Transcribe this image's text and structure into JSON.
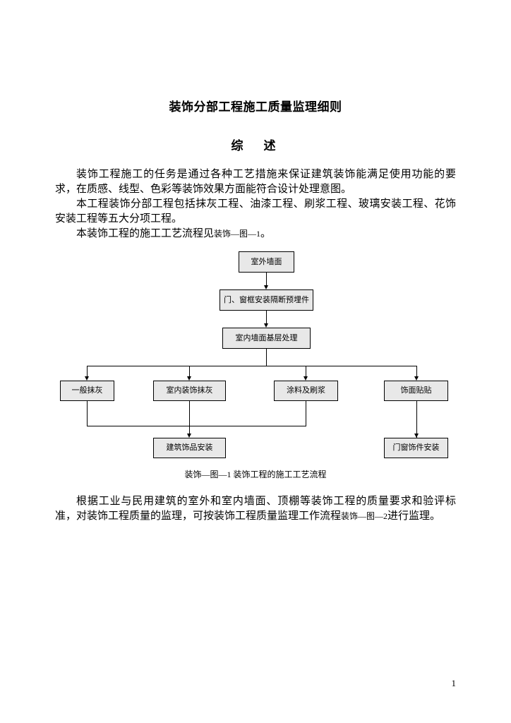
{
  "document": {
    "title": "装饰分部工程施工质量监理细则",
    "section_title": "综　述",
    "paragraphs": [
      "装饰工程施工的任务是通过各种工艺措施来保证建筑装饰能满足使用功能的要求，在质感、线型、色彩等装饰效果方面能符合设计处理意图。",
      "本工程装饰分部工程包括抹灰工程、油漆工程、刷浆工程、玻璃安装工程、花饰安装工程等五大分项工程。"
    ],
    "paragraph3_prefix": "本装饰工程的施工工艺流程见",
    "paragraph3_ref": "装饰—图—1",
    "paragraph3_suffix": "。",
    "figure_caption": "装饰—图—1  装饰工程的施工工艺流程",
    "closing_part1": "根据工业与民用建筑的室外和室内墙面、顶棚等装饰工程的质量要求和验评标准，对装饰工程质量的监理，可按装饰工程质量监理工作流程",
    "closing_ref": "装饰—图—2",
    "closing_part2": "进行监理。",
    "page_number": "1"
  },
  "flowchart": {
    "type": "flowchart",
    "nodes": [
      {
        "id": "n1",
        "label": "室外墙面"
      },
      {
        "id": "n2",
        "label": "门、窗框安装隔断预埋件"
      },
      {
        "id": "n3",
        "label": "室内墙面基层处理"
      },
      {
        "id": "n4",
        "label": "一般抹灰"
      },
      {
        "id": "n5",
        "label": "室内装饰抹灰"
      },
      {
        "id": "n6",
        "label": "涂料及刷浆"
      },
      {
        "id": "n7",
        "label": "饰面贴贴"
      },
      {
        "id": "n8",
        "label": "建筑饰品安装"
      },
      {
        "id": "n9",
        "label": "门窗饰件安装"
      }
    ],
    "edges": [
      {
        "from": "n1",
        "to": "n2"
      },
      {
        "from": "n2",
        "to": "n3"
      },
      {
        "from": "n3",
        "to": "n4"
      },
      {
        "from": "n3",
        "to": "n5"
      },
      {
        "from": "n3",
        "to": "n6"
      },
      {
        "from": "n3",
        "to": "n7"
      },
      {
        "from": "n4",
        "to": "n8"
      },
      {
        "from": "n5",
        "to": "n8"
      },
      {
        "from": "n6",
        "to": "n8"
      },
      {
        "from": "n7",
        "to": "n9"
      }
    ],
    "node_fill": "#e8e8e8",
    "node_border": "#000000"
  }
}
